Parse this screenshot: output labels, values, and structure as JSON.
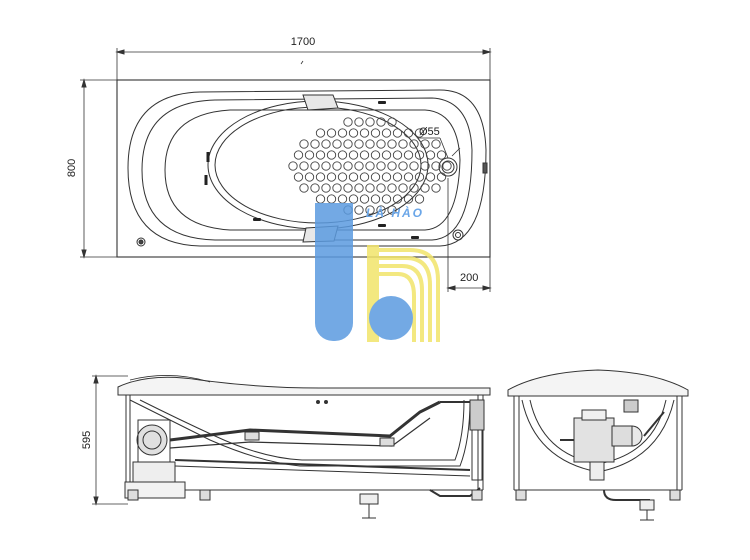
{
  "dimensions": {
    "length": "1700",
    "width": "800",
    "drain_diameter": "Ø55",
    "drain_offset": "200",
    "height": "595"
  },
  "watermark": {
    "text": "LÀ HÀO",
    "colors": {
      "blue": "#5b9be0",
      "yellow": "#f2e46a",
      "line": "#333333"
    }
  },
  "views": {
    "top": "top-view",
    "side": "side-view",
    "end": "end-view"
  }
}
